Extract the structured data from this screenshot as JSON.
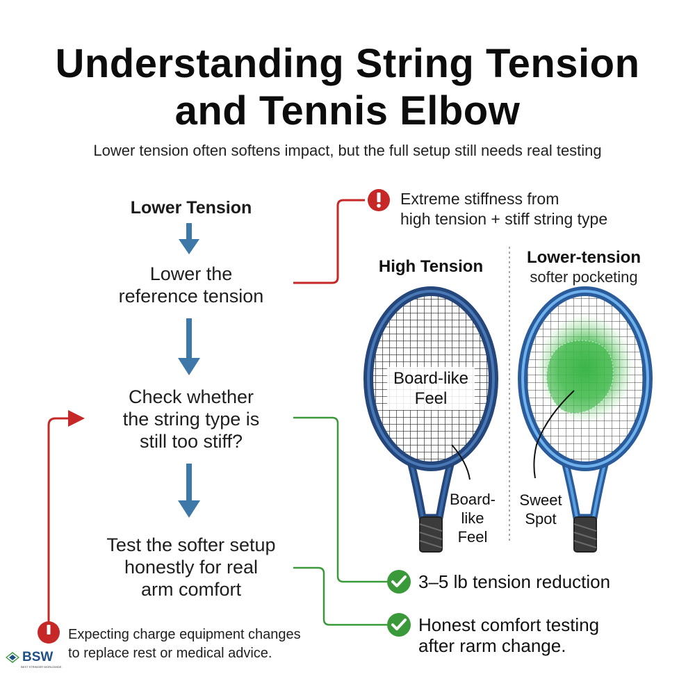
{
  "title": {
    "line1": "Understanding String Tension",
    "line2": "and Tennis Elbow"
  },
  "subtitle": "Lower tension often softens impact, but the full setup still needs real testing",
  "flow": {
    "heading": "Lower Tension",
    "steps": [
      {
        "line1": "Lower the",
        "line2": "reference tension",
        "line3": ""
      },
      {
        "line1": "Check whether",
        "line2": "the string type is",
        "line3": "still too stiff?"
      },
      {
        "line1": "Test the softer setup",
        "line2": "honestly for real",
        "line3": "arm comfort"
      }
    ]
  },
  "warnings": {
    "top": {
      "line1": "Extreme stiffness from",
      "line2": "high tension + stiff string type"
    },
    "bottom": {
      "line1": "Expecting charge equipment changes",
      "line2": "to replace rest or medical advice."
    }
  },
  "rackets": {
    "high": {
      "label": "High Tension",
      "overlay_line1": "Board-like",
      "overlay_line2": "Feel",
      "callout_line1": "Board-",
      "callout_line2": "like",
      "callout_line3": "Feel"
    },
    "low": {
      "label": "Lower-tension",
      "sublabel": "softer pocketing",
      "callout_line1": "Sweet",
      "callout_line2": "Spot"
    }
  },
  "checks": {
    "first": "3–5 lb tension reduction",
    "second_line1": "Honest comfort testing",
    "second_line2": "after rarm change."
  },
  "logo": {
    "text": "BSW",
    "tagline": "BEST STRINGER WORLDWIDE"
  },
  "colors": {
    "red": "#c62828",
    "green": "#3a9a3a",
    "blue_arrow": "#3d78a8",
    "racket_dark": "#2a5289",
    "racket_light": "#3b7fc4",
    "sweet_spot": "#3fb84a"
  }
}
